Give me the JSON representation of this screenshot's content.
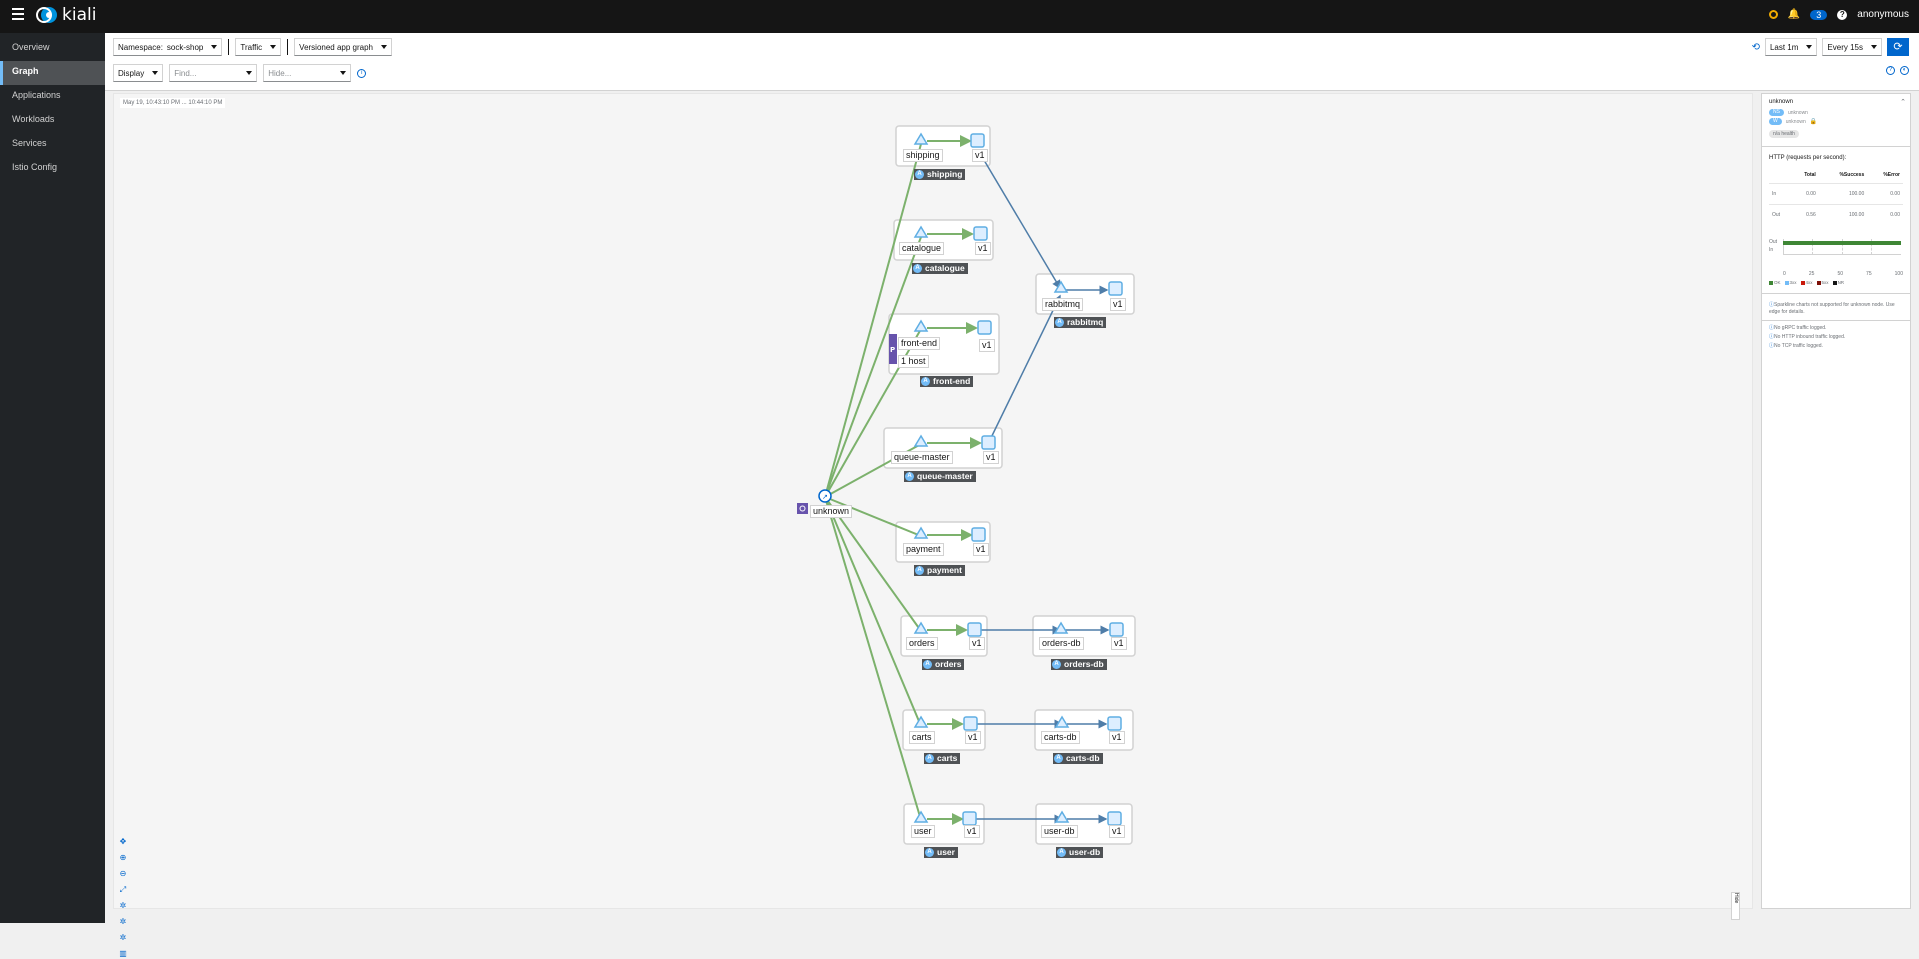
{
  "masthead": {
    "logo_text": "kiali",
    "notif_count": "3",
    "user": "anonymous"
  },
  "sidebar": {
    "items": [
      {
        "label": "Overview"
      },
      {
        "label": "Graph"
      },
      {
        "label": "Applications"
      },
      {
        "label": "Workloads"
      },
      {
        "label": "Services"
      },
      {
        "label": "Istio Config"
      }
    ]
  },
  "toolbar": {
    "namespace_label": "Namespace:",
    "namespace_value": "sock-shop",
    "traffic_label": "Traffic",
    "graph_type": "Versioned app graph",
    "display_label": "Display",
    "find_placeholder": "Find...",
    "hide_placeholder": "Hide...",
    "duration": "Last 1m",
    "refresh": "Every 15s"
  },
  "graph": {
    "timestamp": "May 19, 10:43:10 PM ... 10:44:10 PM",
    "hide_tab": "Hide",
    "tooltip": {
      "name": "front-end",
      "hosts": "1 host"
    },
    "nodes": {
      "unknown": "unknown",
      "shipping": "shipping",
      "catalogue": "catalogue",
      "front_end": "front-end",
      "queue_master": "queue-master",
      "payment": "payment",
      "orders": "orders",
      "carts": "carts",
      "user": "user",
      "rabbitmq": "rabbitmq",
      "orders_db": "orders-db",
      "carts_db": "carts-db",
      "user_db": "user-db",
      "version": "v1",
      "app_badge": "A"
    }
  },
  "panel": {
    "title": "unknown",
    "badge_ns": "NS",
    "badge_ns_value": "unknown",
    "badge_w": "W",
    "badge_w_value": "unknown",
    "health": "n/a health",
    "http_title": "HTTP (requests per second):",
    "table_headers": [
      "",
      "Total",
      "%Success",
      "%Error"
    ],
    "rows": [
      [
        "In",
        "0.00",
        "100.00",
        "0.00"
      ],
      [
        "Out",
        "0.56",
        "100.00",
        "0.00"
      ]
    ],
    "chart_out_label": "Out",
    "chart_in_label": "In",
    "ticks": [
      "0",
      "25",
      "50",
      "75",
      "100"
    ],
    "legend": [
      "OK",
      "3xx",
      "4xx",
      "5xx",
      "NR"
    ],
    "note1": "Sparkline charts not supported for unknown node. Use edge for details.",
    "note2": "No gRPC traffic logged.",
    "note3": "No HTTP inbound traffic logged.",
    "note4": "No TCP traffic logged."
  },
  "colors": {
    "masthead": "#151515",
    "sidebar": "#212427",
    "accent": "#0066cc",
    "edge_http": "#7cb16c",
    "edge_tcp": "#4f7da8",
    "node_fill": "#ddeeff",
    "node_stroke": "#5faee3"
  }
}
